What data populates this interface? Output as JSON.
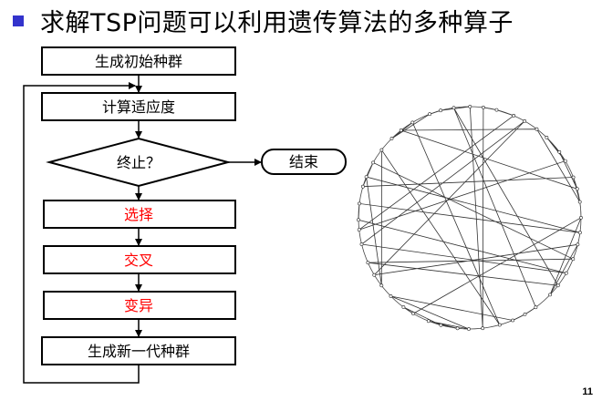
{
  "slide": {
    "title": "求解TSP问题可以利用遗传算法的多种算子",
    "page_number": "11",
    "bullet_color": "#3333cc"
  },
  "flowchart": {
    "init": "生成初始种群",
    "fitness": "计算适应度",
    "terminate": "终止？",
    "end": "结束",
    "select": "选择",
    "crossover": "交叉",
    "mutation": "变异",
    "new_gen": "生成新一代种群",
    "operator_color": "#ff0000"
  },
  "tour_figure": {
    "city_count": 48,
    "route_color": "#333333"
  }
}
